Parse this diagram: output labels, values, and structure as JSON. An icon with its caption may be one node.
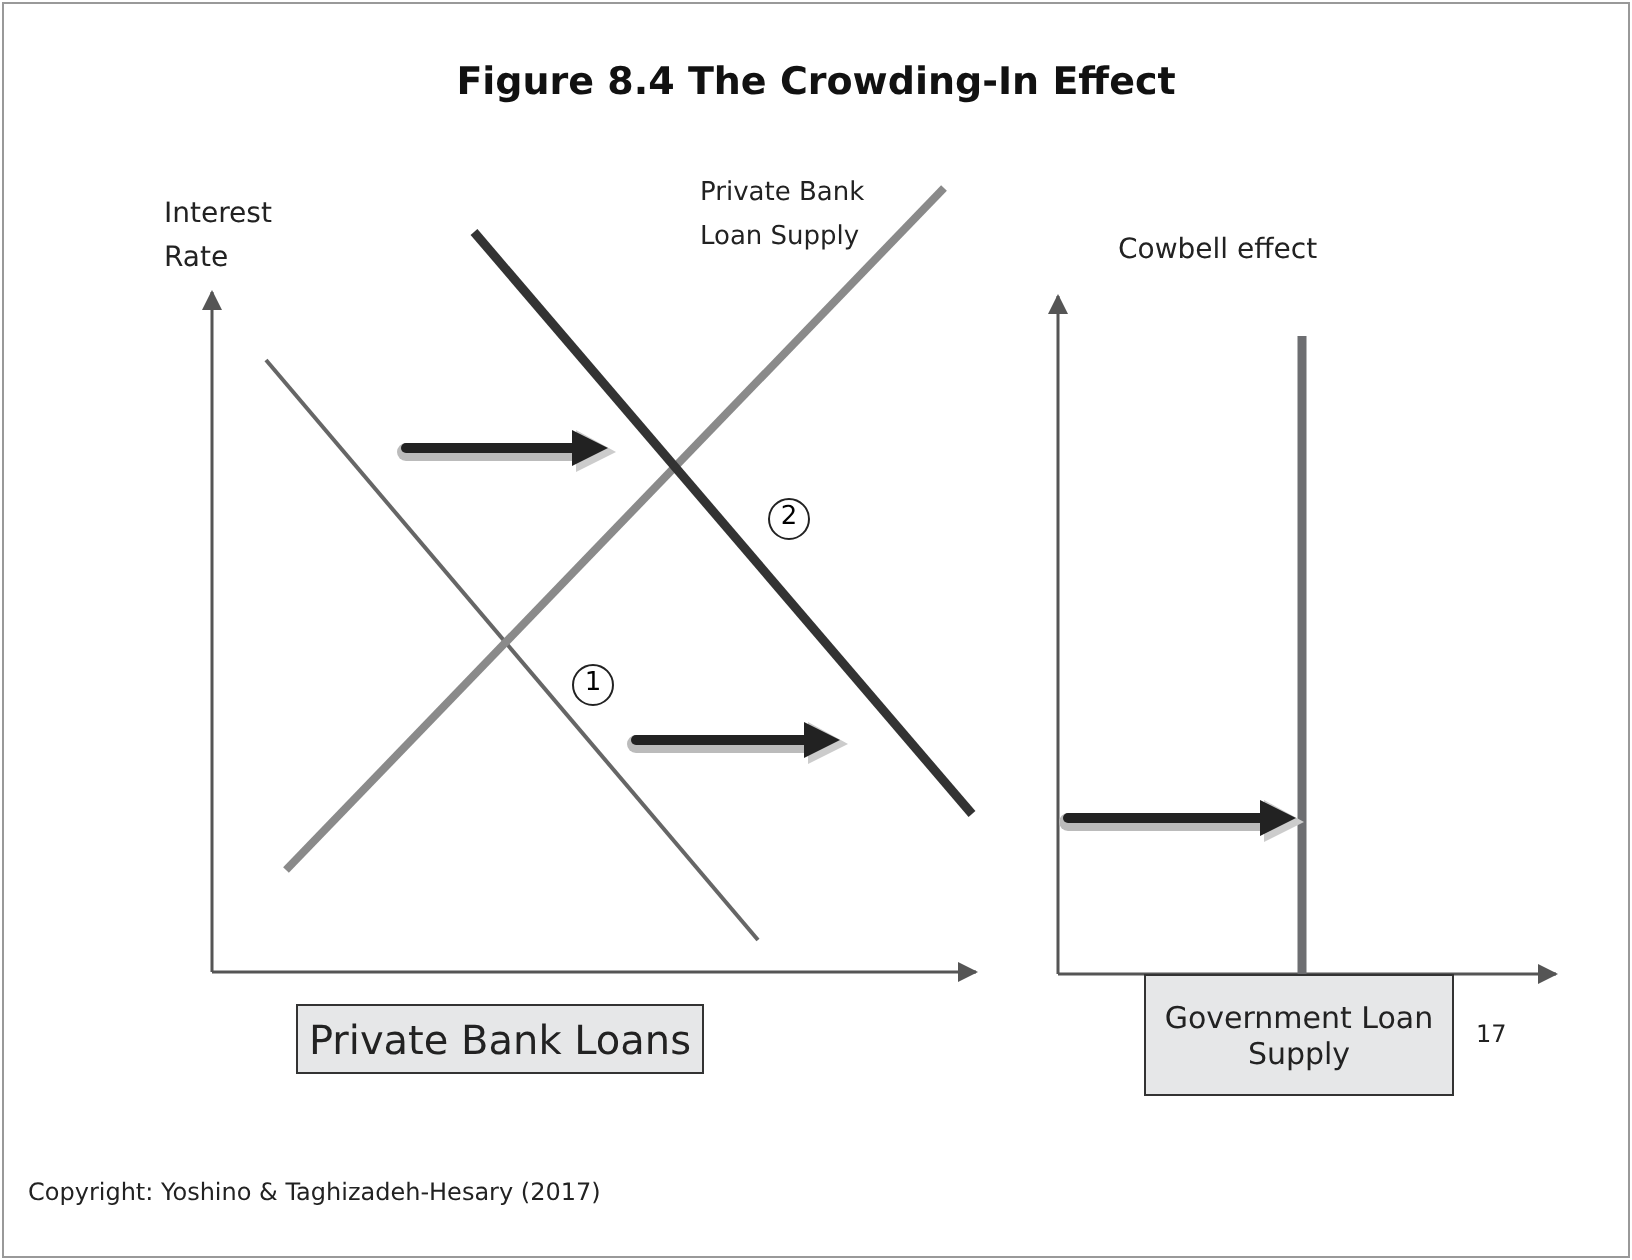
{
  "diagram": {
    "title": "Figure 8.4  The Crowding-In Effect",
    "caption": "Copyright: Yoshino & Taghizadeh-Hesary (2017)",
    "nodes": [
      {
        "text": [
          "Private Bank Loans"
        ]
      },
      {
        "text": [
          "Government Loan Supply"
        ]
      }
    ],
    "edges": [],
    "labels": [
      "Interest Rate",
      "Private Bank Loan Supply",
      "Cowbell effect",
      "2",
      "1",
      "17"
    ]
  }
}
